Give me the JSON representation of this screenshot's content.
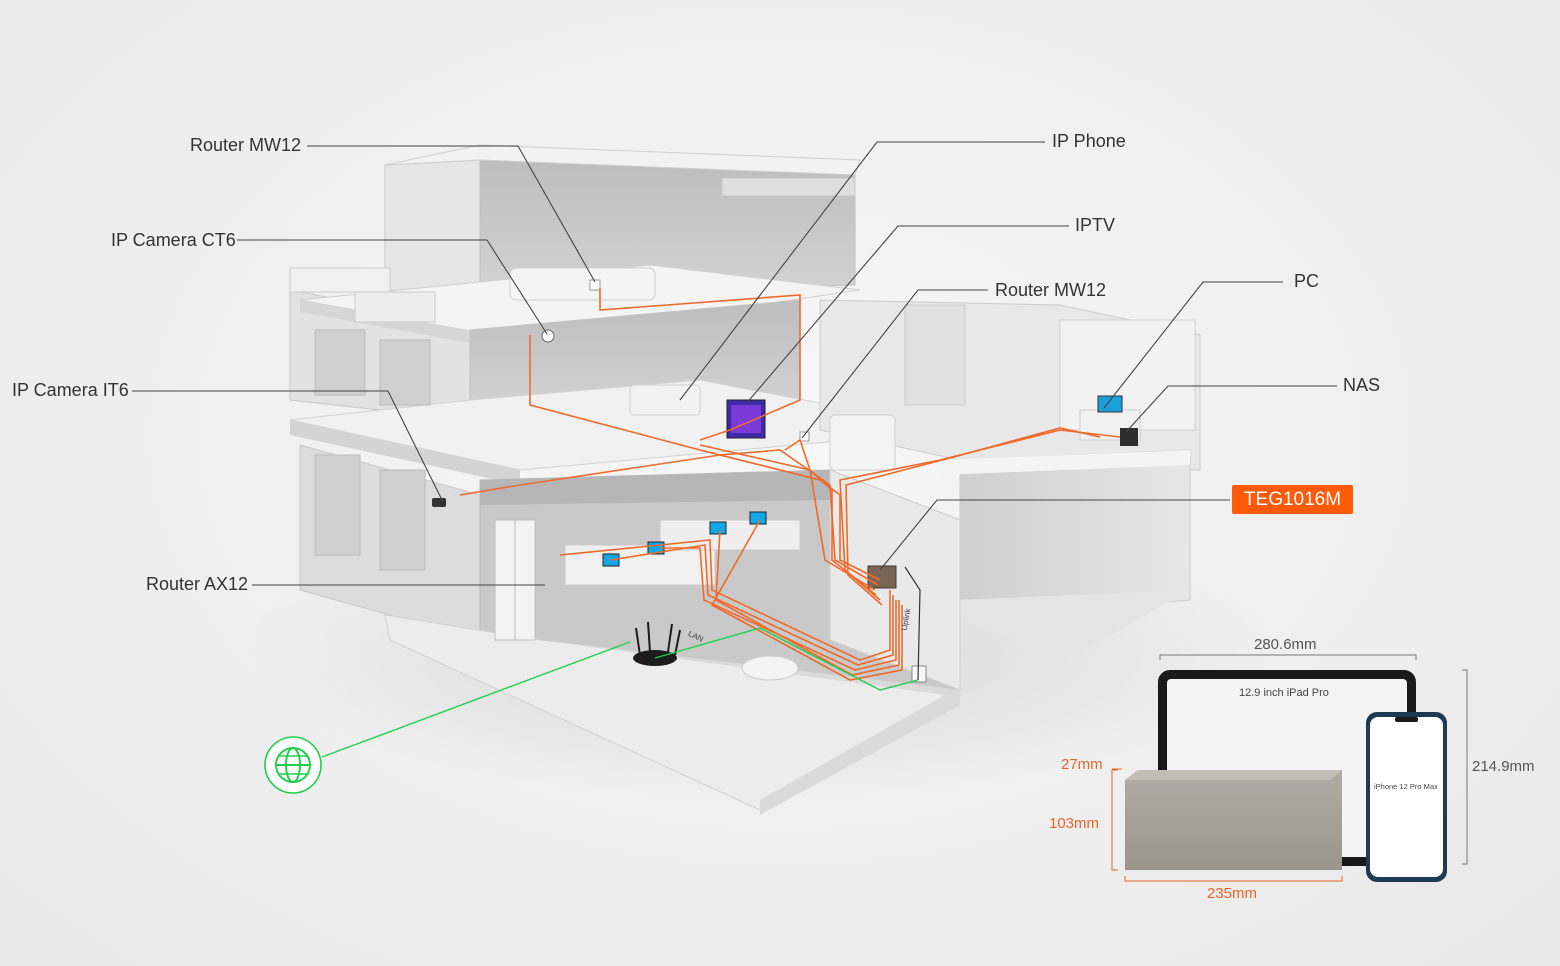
{
  "labels": {
    "router_mw12_top": "Router MW12",
    "ip_camera_ct6": "IP Camera CT6",
    "ip_camera_it6": "IP Camera IT6",
    "router_ax12": "Router AX12",
    "ip_phone": "IP Phone",
    "iptv": "IPTV",
    "router_mw12_mid": "Router MW12",
    "pc": "PC",
    "nas": "NAS",
    "switch": "TEG1016M"
  },
  "size_comparison": {
    "ipad_width": "280.6mm",
    "ipad_height": "214.9mm",
    "ipad_name": "12.9 inch iPad Pro",
    "iphone_name": "iPhone 12 Pro Max",
    "switch_depth": "27mm",
    "switch_height": "103mm",
    "switch_width": "235mm"
  },
  "device_text": {
    "lan": "LAN",
    "uplink": "Uplink"
  },
  "colors": {
    "accent": "#ff5a0a",
    "cable": "#ef6a2a",
    "internet": "#1fcf4a",
    "leader": "#333333"
  },
  "icons": {
    "internet": "globe-icon"
  }
}
